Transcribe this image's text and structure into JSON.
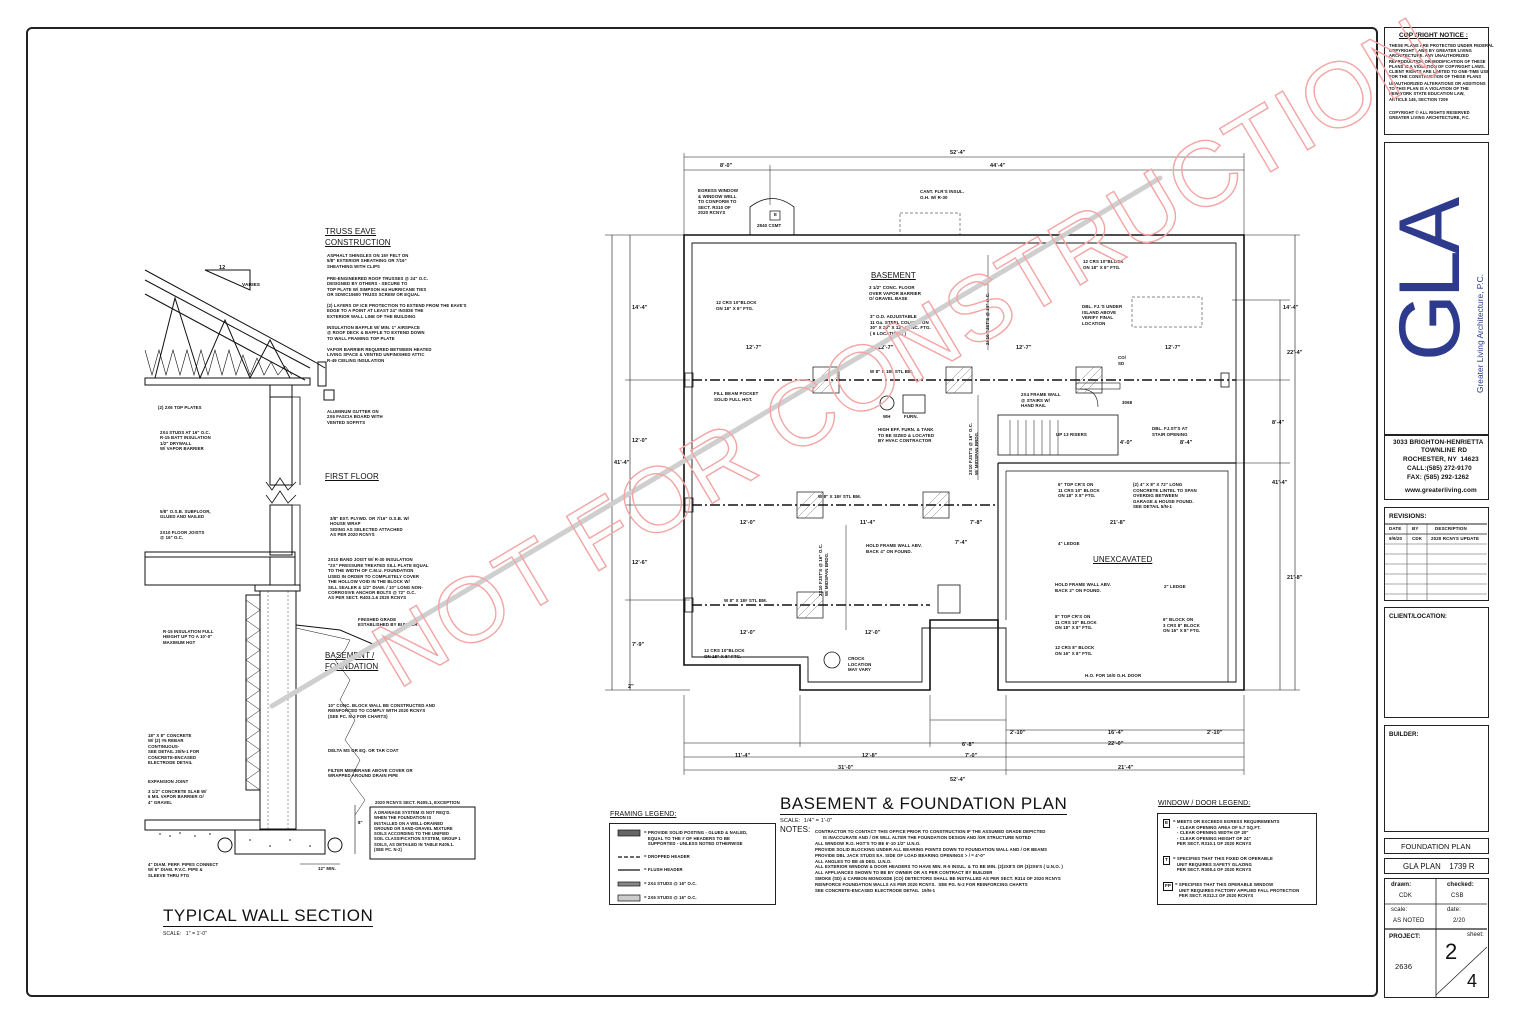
{
  "copyright": {
    "title": "COPYRIGHT NOTICE :",
    "p1": "THESE PLANS ARE PROTECTED UNDER FEDERAL\nCOPYRIGHT LAWS BY GREATER LIVING\nARCHITECTURE. ANY UNAUTHORIZED\nREPRODUCTION OR MODIFICATION OF THESE\nPLANS IS A VIOLATION OF COPYRIGHT LAWS.\nCLIENT RIGHTS ARE LIMITED TO ONE-TIME USE\nFOR THE CONSTRUCTION OF THESE PLANS",
    "p2": "UNAUTHORIZED ALTERATIONS OR ADDITIONS\nTO THIS PLAN IS A VIOLATION OF THE\nNEW YORK STATE EDUCATION LAW,\nARTICLE 145, SECTION 7209",
    "p3": "COPYRIGHT © ALL RIGHTS RESERVED\nGREATER LIVING ARCHITECTURE, P.C."
  },
  "firm": {
    "logo": "GLA",
    "name": "Greater Living Architecture, P.C.",
    "addr1": "3033 BRIGHTON-HENRIETTA",
    "addr2": "TOWNLINE RD",
    "addr3": "ROCHESTER, NY  14623",
    "call": "CALL:(585) 272-9170",
    "fax": "FAX: (585) 292-1262",
    "web": "www.greaterliving.com"
  },
  "revisions": {
    "title": "REVISIONS:",
    "headers": [
      "DATE",
      "BY",
      "DESCRIPTION"
    ],
    "rows": [
      [
        "9/9/20",
        "CDK",
        "2020 RCNYS UPDATE"
      ]
    ]
  },
  "client_label": "CLIENT/LOCATION:",
  "builder_label": "BUILDER:",
  "sheet_title": "FOUNDATION PLAN",
  "plan_name": "GLA PLAN    1739 R",
  "drawn_label": "drawn:",
  "drawn_val": "CDK",
  "checked_label": "checked:",
  "checked_val": "CSB",
  "scale_label": "scale:",
  "scale_val": "AS NOTED",
  "date_label": "date:",
  "date_val": "2/20",
  "project_label": "PROJECT:",
  "project_val": "2636",
  "sheet_label": "sheet:",
  "sheet_num": "2",
  "sheet_total": "4",
  "watermark": "NOT FOR CONSTRUCTION",
  "wall_section": {
    "title": "TYPICAL WALL SECTION",
    "scale": "SCALE:   1\" = 1'-0\"",
    "truss_title1": "TRUSS EAVE",
    "truss_title2": "CONSTRUCTION",
    "first_floor": "FIRST FLOOR",
    "basement1": "BASEMENT /",
    "basement2": "FOUNDATION",
    "slope": "12",
    "varies": "VARIES",
    "roof_notes": "ASPHALT SHINGLES ON 15# FELT ON\n5/8\" EXTERIOR SHEATHING OR 7/16\"\nSHEATHING WITH CLIPS",
    "truss_notes": "PRE-ENGINEERED ROOF TRUSSES @ 24\" O.C.\nDESIGNED BY OTHERS - SECURE TO\nTOP PLATE W/ SIMPSON H4 HURRICANE TIES\nOR SDWC15600 TRUSS SCREW OR EQUAL",
    "ice_notes": "(2) LAYERS OF ICE PROTECTION TO EXTEND FROM THE EAVE'S\nEDGE TO A POINT AT LEAST 24\" INSIDE THE\nEXTERIOR WALL LINE OF THE BUILDING",
    "baffle_notes": "INSULATION BAFFLE W/ MIN. 1\" AIRSPACE\n@ ROOF DECK & BAFFLE TO EXTEND DOWN\nTO WALL FRAMING TOP PLATE",
    "vapor_notes": "VAPOR BARRIER REQUIRED BETWEEN HEATED\nLIVING SPACE & VENTED UNFINISHED ATTIC\nR-49 CEILING INSULATION",
    "top_plates": "(2) 2X6 TOP PLATES",
    "gutter": "ALUMINUM GUTTER ON\n2X6 FASCIA BOARD WITH\nVENTED SOFFITS",
    "studs": "2X4 STUDS AT 16\" O.C.\nR-15 BATT INSULATION\n1/2\" DRYWALL\nW/ VAPOR BARRIER",
    "subfloor": "5/8\" O.S.B. SUBFLOOR,\nGLUED AND NAILED",
    "joists": "2X10 FLOOR JOISTS\n@ 16\" O.C.",
    "ply": "3/8\" EXT. PLYWD. OR 7/16\" O.S.B. W/\nHOUSE WRAP\nSIDING AS SELECTED ATTACHED\nAS PER 2020 RCNYS",
    "band": "2X10 BAND JOIST W/ R-30 INSULATION",
    "sill": "\"2X\" PRESSURE TREATED SILL PLATE EQUAL\nTO THE WIDTH OF C.M.U. FOUNDATION\nUSED IN ORDER TO COMPLETELY COVER\nTHE HOLLOW VOID IN THE BLOCK W/\nSILL SEALER & 1/2\" DIAM. / 10\" LONG NON-\nCORROSIVE ANCHOR BOLTS @ 72\" O.C.\nAS PER SECT. R403.1.6 2020 RCNYS",
    "grade": "FINISHED GRADE\nESTABLISHED BY BUILDER",
    "r15": "R-15 INSULATION FULL\nHEIGHT UP TO A 10'-0\"\nMAXIMUM HGT",
    "block": "10\" CONC. BLOCK WALL BE CONSTRUCTED AND\nREINFORCED TO COMPLY WITH 2020 RCNYS\n(SEE PC. N-2 FOR CHARTS)",
    "delta": "DELTA MS OR EQ. OR TAR COAT",
    "filter": "FILTER MEMBRANE ABOVE COVER OR\nWRAPPED AROUND DRAIN PIPE",
    "footing": "18\" X 8\" CONCRETE\nW/ (2) #5 REBAR\nCONTINUOUS-\nSEE DETAIL 20/N-1 FOR\nCONCRETE-ENCASED\nELECTRODE DETAIL",
    "expansion": "EXPANSION JOINT",
    "slab": "3 1/2\" CONCRETE SLAB W/\n6 MIL VAPOR BARRIER O/\n4\" GRAVEL",
    "drain": "4\" DIAM. PERF. PIPES CONNECT\nW/ 6\" DIAM. P.V.C. PIPE &\nSLEEVE THRU FTG",
    "exception": "2020 RCNYS SECT. R405.1, EXCEPTION",
    "drainage_box": "A DRAINAGE SYSTEM IS NOT REQ'D.\nWHEN THE FOUNDATION IS\nINSTALLED ON A WELL-DRAINED\nGROUND OR SAND-GRAVEL MIXTURE\nSOILS ACCORDING TO THE UNIFIED\nSOIL CLASSIFICATION SYSTEM, GROUP 1\nSOILS, AS DETAILED IN TABLE R405.1.\n(SEE PC. N-2)",
    "min12": "12\" MIN.",
    "dim8": "8\""
  },
  "plan": {
    "title": "BASEMENT & FOUNDATION PLAN",
    "scale": "SCALE:  1/4\" = 1'-0\"",
    "notes_label": "NOTES:",
    "notes": "CONTRACTOR TO CONTACT THIS OFFICE PRIOR TO CONSTRUCTION IF THE ASSUMED GRADE DEPICTED\n      IS INACCURATE AND / OR WILL ALTER THE FOUNDATION DESIGN AND /OR STRUCTURE NOTED\nALL WINDOW R.O. HGT'S TO BE 6'-10 1/2\" U.N.O.\nPROVIDE SOLID BLOCKING UNDER ALL BEARING POINTS DOWN TO FOUNDATION WALL AND / OR BEAMS\nPROVIDE DBL JACK STUDS EA. SIDE OF LOAD BEARING OPENINGS > / = 4'-0\"\nALL ANGLES TO BE 45 DEG. U.N.O.\nALL EXTERIOR WINDOW & DOOR HEADERS TO HAVE MIN. R-5 INSUL. & TO BE MIN. (2)2X8'S OR (3)2X6'S ( U.N.O. )\nALL APPLIANCES SHOWN TO BE BY OWNER OR AS PER CONTRACT BY BUILDER\nSMOKE (SD) & CARBON MONOXIDE (CO) DETECTORS SHALL BE INSTALLED AS PER SECT. R314 OF 2020 RCNYS\nREINFORCE FOUNDATION WALLS AS PER 2020 RCNYS.  SEE PG. N-2 FOR REINFORCING CHARTS\nSEE CONCRETE-ENCASED ELECTRODE DETAIL  19/N-1",
    "dims": {
      "overall": "52'-4\"",
      "top_left": "8'-0\"",
      "top_right": "44'-4\"",
      "left_total": "41'-4\"",
      "left_a": "14'-4\"",
      "left_b": "12'-0\"",
      "left_c": "7'-9\"",
      "left_d": "12'-6\"",
      "left_e": "2\"",
      "right_a": "14'-4\"",
      "right_b": "8'-4\"",
      "right_c": "22'-4\"",
      "right_d": "21'-8\"",
      "right_e": "41'-4\"",
      "bot_total": "52'-4\"",
      "bot_a": "31'-0\"",
      "bot_b": "21'-4\"",
      "bot_c": "11'-4\"",
      "bot_d": "12'-8\"",
      "bot_e": "7'-0\"",
      "bot_f": "22'-0\"",
      "bot_g": "6'-8\"",
      "bot_h": "2'-10\"",
      "bot_i": "16'-4\"",
      "bot_j": "2'-10\"",
      "row1_a": "12'-7\"",
      "row1_b": "12'-7\"",
      "row1_c": "12'-7\"",
      "row1_d": "12'-7\"",
      "row2_a": "12'-0\"",
      "row2_b": "11'-4\"",
      "row2_c": "7'-8\"",
      "row2_d": "21'-8\"",
      "row3_a": "12'-0\"",
      "row3_b": "12'-0\"",
      "stair": "8'-4\"",
      "stair2": "4'-0\"",
      "garage_d": "7'-4\""
    },
    "labels": {
      "basement": "BASEMENT",
      "basement_note": "3 1/2\" CONC. FLOOR\nOVER VAPOR BARRIER\nO/ GRAVEL BASE",
      "column": "3\" O.D. ADJUSTABLE\n11 Ga. STEEL COLUMN ON\n30\" X 30\" X 12\" CONC. FTG.\n( 6 LOCATIONS )",
      "egress": "EGRESS WINDOW\n& WINDOW WELL\nTO CONFORM TO\nSECT. R310 OF\n2020 RCNYS",
      "egress_tag": "E",
      "egress_size": "2840 CSMT",
      "cant": "CANT. FLR'S INSUL.\nO.H. W/ R-30",
      "block12_tl": "12 CRS 10\"BLOCK\nON 18\" X 8\" FTG.",
      "block12_tr": "12 CRS 10\"BLOCK\nON 18\" X 8\" FTG.",
      "block12_bl": "12 CRS 10\"BLOCK\nON 18\" X 8\" FTG.",
      "joist1": "2X10 FJST'S @ 16\" O.C.",
      "dbl_fj": "DBL. FJ.'S UNDER\nISLAND ABOVE\nVERIFY FINAL\nLOCATION",
      "co": "CO/\nSD",
      "beam1": "W 8\" X 18# STL BM.",
      "beam2": "W 8\" X 18# STL BM.",
      "beam3": "W 8\" X 18# STL BM.",
      "fill": "FILL BEAM POCKET\nSOLID FULL HGT.",
      "wh": "WH",
      "furn": "FURN.",
      "hvac": "HIGH EFF. FURN. & TANK\nTO BE SIZED & LOCATED\nBY HVAC CONTRACTOR",
      "frame_wall": "2X4 FRAME WALL\n@ STAIRS W/\nHAND RAIL",
      "up": "UP 13 RISERS",
      "door": "3068",
      "dbl_stair": "DBL. FJ.ST'S AT\nSTAIR OPENING",
      "joist2": "2X10 FJST'S @ 16\" O.C.\nW/ MIDSPAN BRDG.",
      "joist3": "2X10 FJST'S @ 16\" O.C.\nW/ MIDSPAN BRDG.",
      "top_crs": "6\" TOP CR'S ON\n11 CRS 10\" BLOCK\nON 18\" X 8\" FTG.",
      "concrete_wall": "(2) 4\" X 8\" X 72\" LONG\nCONCRETE LINTEL TO SPAN\nOVERDIG BETWEEN\nGARAGE & HOUSE FOUND.\nSEE DETAIL 5/N-1",
      "hold1": "HOLD FRAME WALL ABV.\nBACK 4\" ON FOUND.",
      "hold2": "HOLD FRAME WALL ABV.\nBACK 2\" ON FOUND.",
      "ledge4": "4\" LEDGE",
      "ledge2": "2\" LEDGE",
      "unexcavated": "UNEXCAVATED",
      "top8": "8\" TOP CR'S ON\n11 CRS 10\" BLOCK\nON 18\" X 8\" FTG.",
      "block6": "6\" BLOCK ON\n3 CRS 8\" BLOCK\nON 16\" X 8\" FTG.",
      "block12_br": "12 CRS 8\" BLOCK\nON 16\" X 8\" FTG.",
      "crock": "CROCK\nLOCATION\nMAY VARY",
      "oh_door": "H.O. FOR 16/0 O.H. DOOR"
    }
  },
  "framing_legend": {
    "title": "FRAMING LEGEND:",
    "items": [
      "= PROVIDE SOLID POSTING - GLUED & NAILED,\n   EQUAL TO THE # OF HEADERS TO BE\n   SUPPORTED - UNLESS NOTED OTHERWISE",
      "= DROPPED HEADER",
      "= FLUSH HEADER",
      "= 2X4 STUDS @ 16\" O.C.",
      "= 2X6 STUDS @ 16\" O.C."
    ]
  },
  "window_legend": {
    "title": "WINDOW / DOOR LEGEND:",
    "items": [
      {
        "tag": "E",
        "text": "= MEETS OR EXCEEDS EGRESS REQUIREMENTS\n   - CLEAR OPENING AREA OF 5.7 SQ.FT.\n   - CLEAR OPENING WIDTH OF 20\"\n   - CLEAR OPENING HEIGHT OF 24\"\n   PER SECT. R310.1 OF 2020 RCNYS"
      },
      {
        "tag": "T",
        "text": "= SPECIFIES THAT THIS FIXED OR OPERABLE\n   UNIT REQUIRES SAFETY GLAZING\n   PER SECT. R308.4 OF 2020 RCNYS"
      },
      {
        "tag": "FP",
        "text": "= SPECIFIES THAT THIS OPERABLE WINDOW\n   UNIT REQUIRES FACTORY APPLIED FALL PROTECTION\n   PER SECT. R312.2 OF 2020 RCNYS"
      }
    ]
  }
}
